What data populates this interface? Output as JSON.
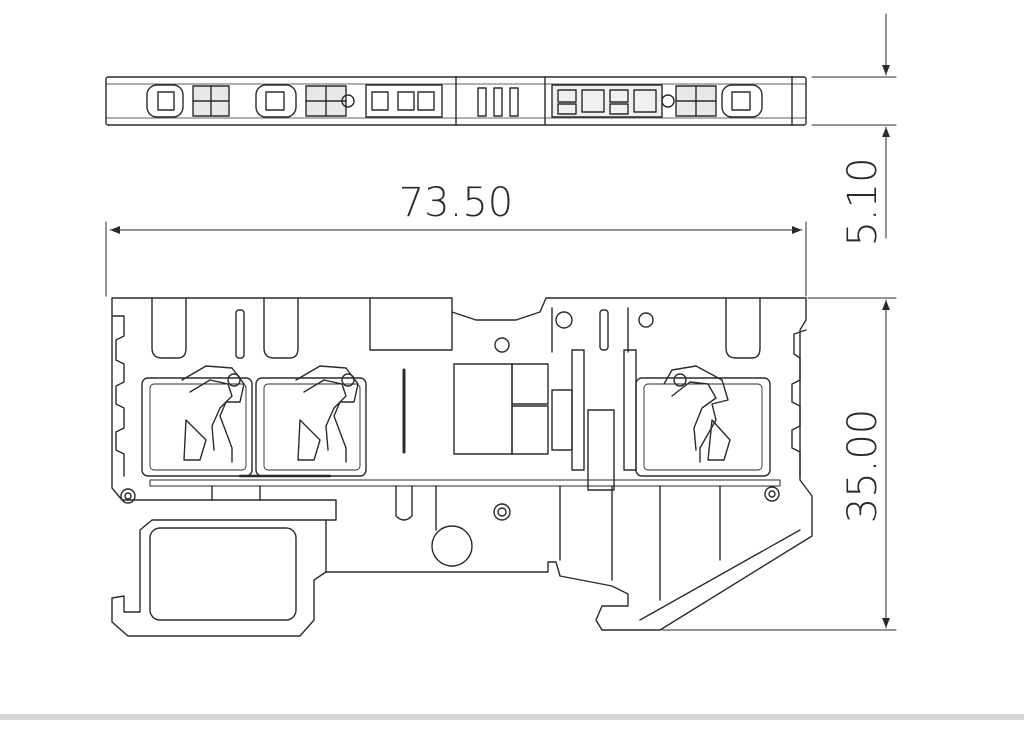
{
  "dimensions": {
    "width": "73.50",
    "thickness": "5.10",
    "height": "35.00"
  },
  "colors": {
    "line": "#2b2b2b",
    "background": "#ffffff",
    "rule": "#d6d6d6"
  }
}
